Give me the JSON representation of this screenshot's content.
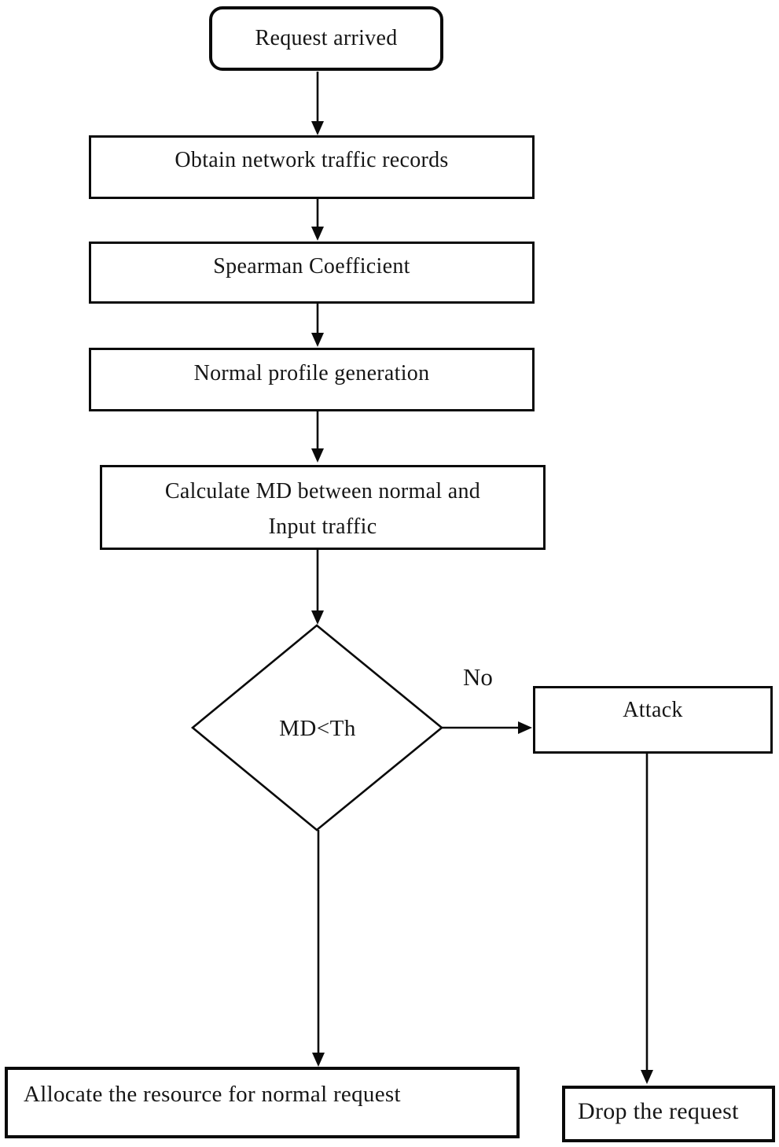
{
  "figure": {
    "type": "flowchart",
    "nodes": {
      "request": {
        "shape": "rounded-rect",
        "label": "Request arrived"
      },
      "obtain": {
        "shape": "rect",
        "label": "Obtain network traffic records"
      },
      "spearman": {
        "shape": "rect",
        "label": "Spearman Coefficient"
      },
      "profile": {
        "shape": "rect",
        "label": "Normal profile generation"
      },
      "calculate": {
        "shape": "rect",
        "label": "Calculate MD between normal and Input traffic",
        "label_line1": "Calculate MD between normal and",
        "label_line2": "Input traffic"
      },
      "decision": {
        "shape": "diamond",
        "label": "MD<Th"
      },
      "attack": {
        "shape": "rect",
        "label": "Attack"
      },
      "allocate": {
        "shape": "rect",
        "label": "Allocate the resource for normal request"
      },
      "drop": {
        "shape": "rect",
        "label": "Drop the request"
      }
    },
    "edges": [
      {
        "from": "request",
        "to": "obtain",
        "label": ""
      },
      {
        "from": "obtain",
        "to": "spearman",
        "label": ""
      },
      {
        "from": "spearman",
        "to": "profile",
        "label": ""
      },
      {
        "from": "profile",
        "to": "calculate",
        "label": ""
      },
      {
        "from": "calculate",
        "to": "decision",
        "label": ""
      },
      {
        "from": "decision",
        "to": "attack",
        "label": "No"
      },
      {
        "from": "decision",
        "to": "allocate",
        "label": ""
      },
      {
        "from": "attack",
        "to": "drop",
        "label": ""
      }
    ],
    "no_label": "No",
    "colors": {
      "stroke": "#0a0a0a",
      "node_fill": "#ffffff",
      "background": "#ffffff",
      "text": "#161616"
    }
  }
}
